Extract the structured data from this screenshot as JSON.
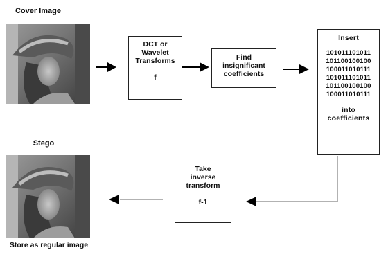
{
  "cover": {
    "label": "Cover Image"
  },
  "stego": {
    "label": "Stego",
    "caption": "Store as regular image"
  },
  "transform_box": {
    "lines": [
      "DCT or",
      "Wavelet",
      "Transforms",
      "",
      "f"
    ]
  },
  "find_box": {
    "lines": [
      "Find",
      "insignificant",
      "coefficients"
    ]
  },
  "insert_box": {
    "title": "Insert",
    "bits": [
      "101011101011",
      "101100100100",
      "100011010111",
      "101011101011",
      "101100100100",
      "100011010111"
    ],
    "footer": [
      "into",
      "coefficients"
    ]
  },
  "inverse_box": {
    "lines": [
      "Take",
      "inverse",
      "transform",
      "",
      "f-1"
    ]
  },
  "colors": {
    "line": "#222222",
    "connector": "#999999",
    "arrow": "#000000"
  }
}
